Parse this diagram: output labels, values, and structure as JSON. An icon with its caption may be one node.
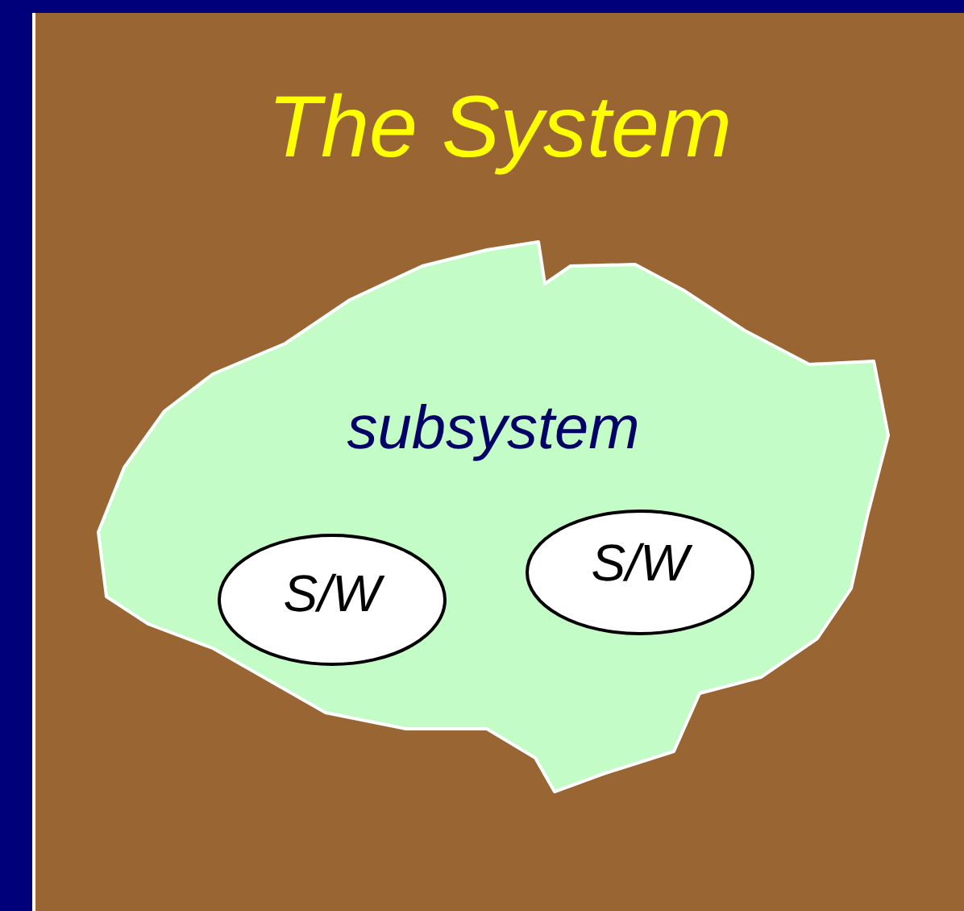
{
  "diagram": {
    "nodes": [
      {
        "text": [
          "The System"
        ]
      },
      {
        "text": [
          "subsystem"
        ],
        "in": 0
      },
      {
        "text": [
          "S/W"
        ],
        "in": 1
      },
      {
        "text": [
          "S/W"
        ],
        "in": 1
      }
    ]
  }
}
